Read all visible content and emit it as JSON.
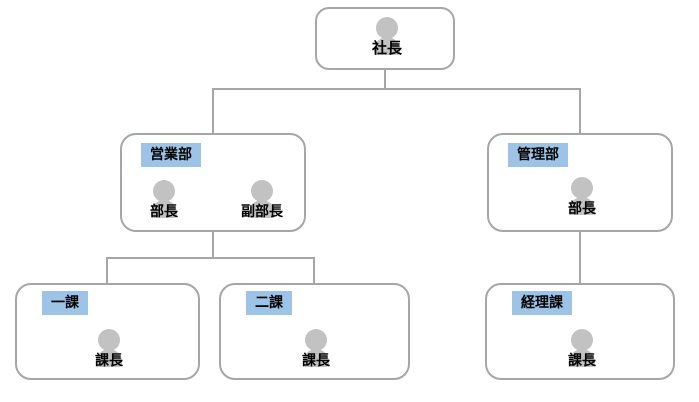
{
  "colors": {
    "box_border": "#a6a6a6",
    "label_badge_bg": "#9dc3e6",
    "person_icon_fill": "#c2c2c2",
    "connector_line": "#a6a6a6",
    "text": "#000000",
    "background": "#ffffff"
  },
  "org": {
    "president": {
      "title": "社長"
    },
    "departments": [
      {
        "label": "営業部",
        "members": [
          {
            "title": "部長"
          },
          {
            "title": "副部長"
          }
        ]
      },
      {
        "label": "管理部",
        "members": [
          {
            "title": "部長"
          }
        ]
      }
    ],
    "sections": [
      {
        "label": "一課",
        "parent": "営業部",
        "members": [
          {
            "title": "課長"
          }
        ]
      },
      {
        "label": "二課",
        "parent": "営業部",
        "members": [
          {
            "title": "課長"
          }
        ]
      },
      {
        "label": "経理課",
        "parent": "管理部",
        "members": [
          {
            "title": "課長"
          }
        ]
      }
    ]
  }
}
